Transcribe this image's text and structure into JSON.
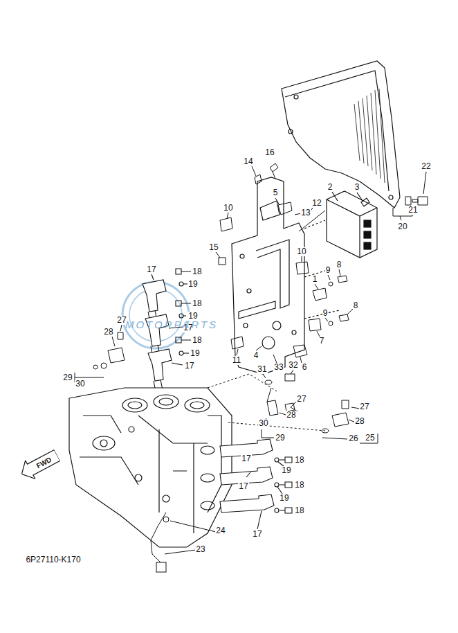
{
  "diagram": {
    "nodes": [
      {
        "text": [
          "FWD"
        ]
      }
    ],
    "labels": [
      "22",
      "21",
      "20",
      "16",
      "14",
      "2",
      "3",
      "5",
      "12",
      "13",
      "10",
      "15",
      "10",
      "9",
      "8",
      "17",
      "18",
      "19",
      "1",
      "18",
      "8",
      "9",
      "19",
      "17",
      "27",
      "28",
      "18",
      "19",
      "17",
      "7",
      "4",
      "11",
      "6",
      "33",
      "32",
      "31",
      "29",
      "30",
      "27",
      "27",
      "28",
      "28",
      "30",
      "29",
      "26",
      "25",
      "17",
      "18",
      "19",
      "17",
      "18",
      "19",
      "18",
      "17",
      "24",
      "23",
      "6P27110-K170",
      "MOTORPARTS"
    ]
  }
}
